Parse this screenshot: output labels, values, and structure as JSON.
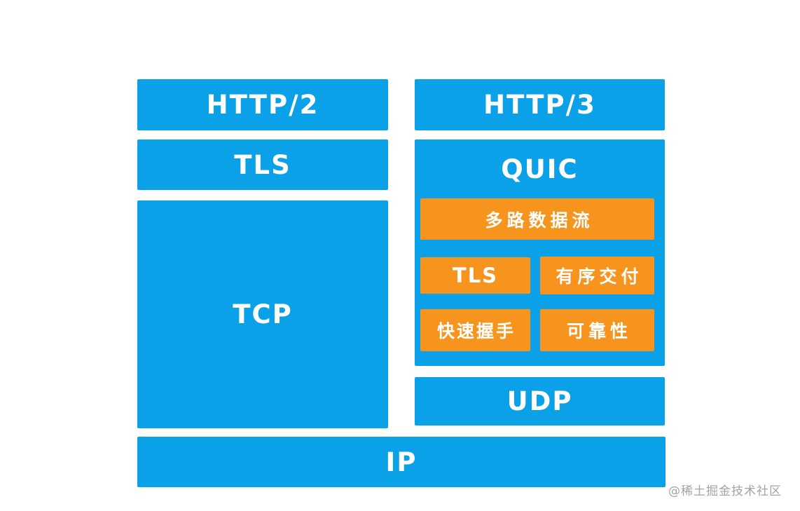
{
  "colors": {
    "blue": "#0ba1e8",
    "orange": "#f7941e",
    "label_text": "#ffffff",
    "watermark_gray": "#a3a3a3"
  },
  "diagram": {
    "left_stack": {
      "http2_label": "HTTP/2",
      "tls_label": "TLS",
      "tcp_label": "TCP"
    },
    "right_stack": {
      "http3_label": "HTTP/3",
      "quic_label": "QUIC",
      "quic_features": {
        "multiplex": "多路数据流",
        "tls": "TLS",
        "ordered_delivery": "有序交付",
        "fast_handshake": "快速握手",
        "reliability": "可靠性"
      },
      "udp_label": "UDP"
    },
    "bottom_row": {
      "ip_label": "IP"
    }
  },
  "watermark": {
    "text": "@稀土掘金技术社区"
  }
}
